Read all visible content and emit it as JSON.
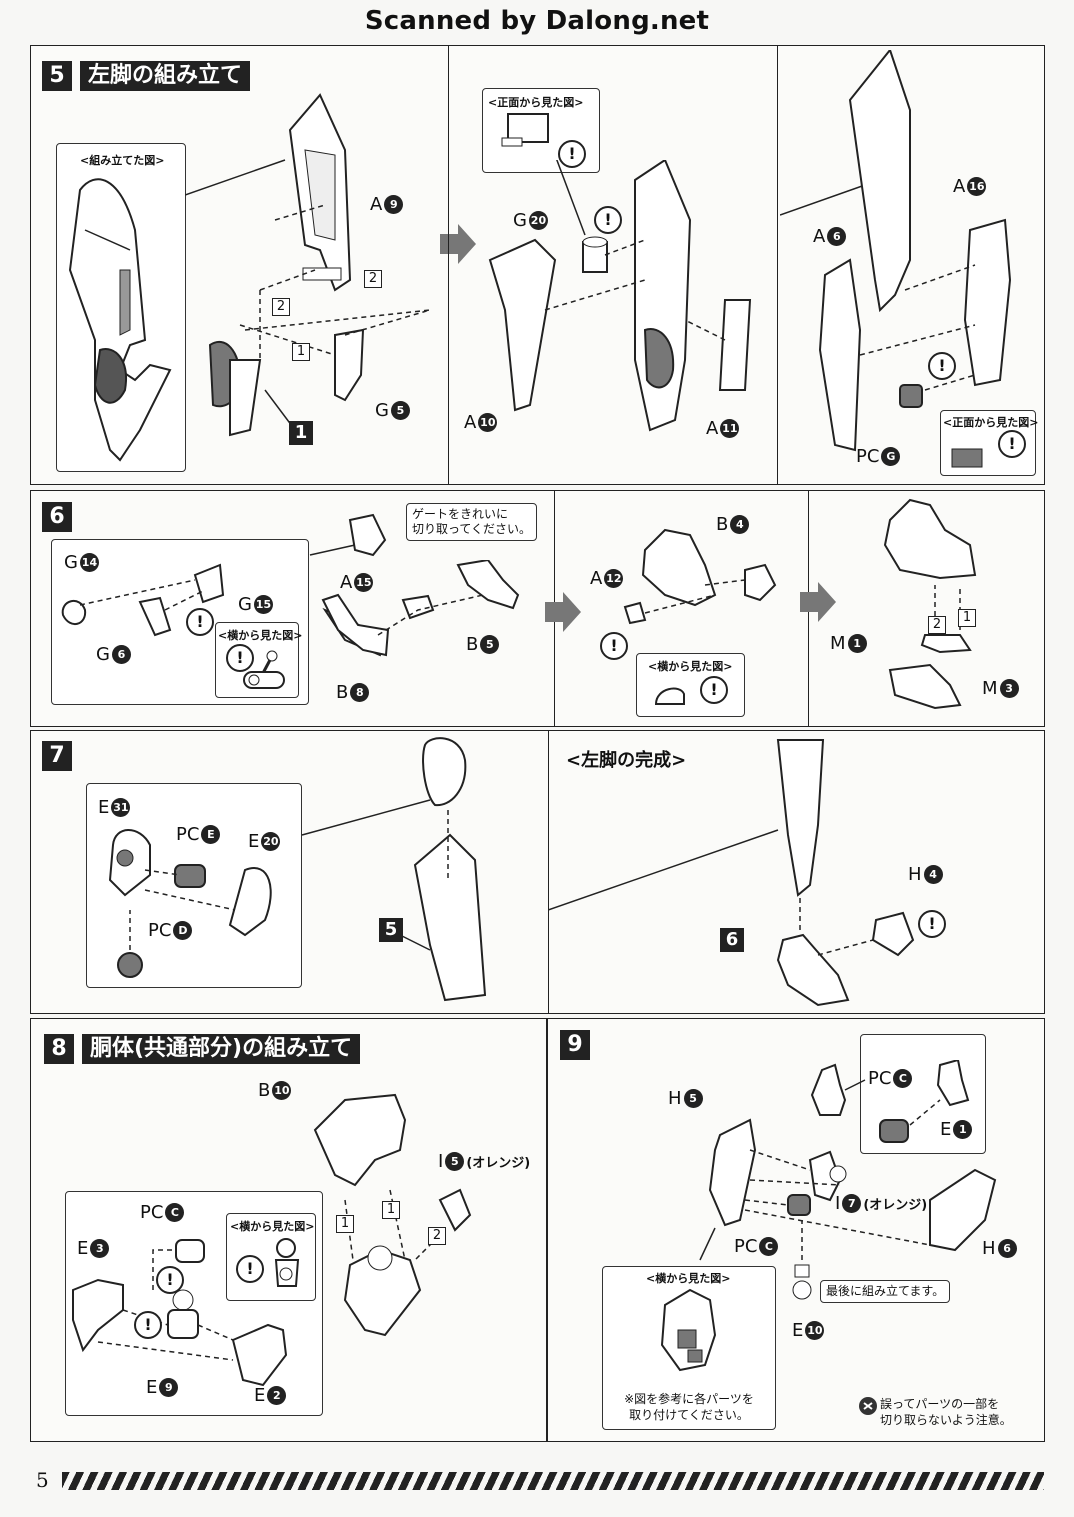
{
  "watermark": "Scanned by Dalong.net",
  "page_number": "5",
  "step5": {
    "number": "5",
    "title": "左脚の組み立て",
    "assembled_view_caption": "<組み立てた図>",
    "front_view_caption": "<正面から見た図>",
    "front_view_caption2": "<正面から見た図>",
    "labels": {
      "a9": {
        "letter": "A",
        "num": "9"
      },
      "g5": {
        "letter": "G",
        "num": "5"
      },
      "g20": {
        "letter": "G",
        "num": "20"
      },
      "a10": {
        "letter": "A",
        "num": "10"
      },
      "a11": {
        "letter": "A",
        "num": "11"
      },
      "a16": {
        "letter": "A",
        "num": "16"
      },
      "a6": {
        "letter": "A",
        "num": "6"
      },
      "pcg": {
        "letter": "PC",
        "num": "G"
      }
    },
    "order": [
      "1",
      "2",
      "2"
    ],
    "part_ref": "1"
  },
  "step6": {
    "number": "6",
    "gate_note_line1": "ゲートをきれいに",
    "gate_note_line2": "切り取ってください。",
    "side_view_caption": "<横から見た図>",
    "side_view_caption2": "<横から見た図>",
    "labels": {
      "g14": {
        "letter": "G",
        "num": "14"
      },
      "g15": {
        "letter": "G",
        "num": "15"
      },
      "g6": {
        "letter": "G",
        "num": "6"
      },
      "a15": {
        "letter": "A",
        "num": "15"
      },
      "b5": {
        "letter": "B",
        "num": "5"
      },
      "b8": {
        "letter": "B",
        "num": "8"
      },
      "b4": {
        "letter": "B",
        "num": "4"
      },
      "a12": {
        "letter": "A",
        "num": "12"
      },
      "m1": {
        "letter": "M",
        "num": "1"
      },
      "m3": {
        "letter": "M",
        "num": "3"
      }
    },
    "order": [
      "2",
      "1"
    ]
  },
  "step7": {
    "number": "7",
    "completion_title": "<左脚の完成>",
    "labels": {
      "e31": {
        "letter": "E",
        "num": "31"
      },
      "pce": {
        "letter": "PC",
        "num": "E"
      },
      "e20": {
        "letter": "E",
        "num": "20"
      },
      "pcd": {
        "letter": "PC",
        "num": "D"
      },
      "h4": {
        "letter": "H",
        "num": "4"
      }
    },
    "part_ref5": "5",
    "part_ref6": "6"
  },
  "step8": {
    "number": "8",
    "title": "胴体(共通部分)の組み立て",
    "side_view_caption": "<横から見た図>",
    "orange": "(オレンジ)",
    "labels": {
      "b10": {
        "letter": "B",
        "num": "10"
      },
      "i5": {
        "letter": "I",
        "num": "5"
      },
      "pcc": {
        "letter": "PC",
        "num": "C"
      },
      "e3": {
        "letter": "E",
        "num": "3"
      },
      "e9": {
        "letter": "E",
        "num": "9"
      },
      "e2": {
        "letter": "E",
        "num": "2"
      }
    },
    "order": [
      "1",
      "1",
      "2"
    ]
  },
  "step9": {
    "number": "9",
    "side_view_caption": "<横から見た図>",
    "orange": "(オレンジ)",
    "last_note": "最後に組み立てます。",
    "ref_note_line1": "※図を参考に各パーツを",
    "ref_note_line2": "取り付けてください。",
    "caution_line1": "誤ってパーツの一部を",
    "caution_line2": "切り取らないよう注意。",
    "labels": {
      "h5": {
        "letter": "H",
        "num": "5"
      },
      "pcc_top": {
        "letter": "PC",
        "num": "C"
      },
      "e1": {
        "letter": "E",
        "num": "1"
      },
      "i7": {
        "letter": "I",
        "num": "7"
      },
      "h6": {
        "letter": "H",
        "num": "6"
      },
      "pcc": {
        "letter": "PC",
        "num": "C"
      },
      "e10": {
        "letter": "E",
        "num": "10"
      }
    }
  }
}
